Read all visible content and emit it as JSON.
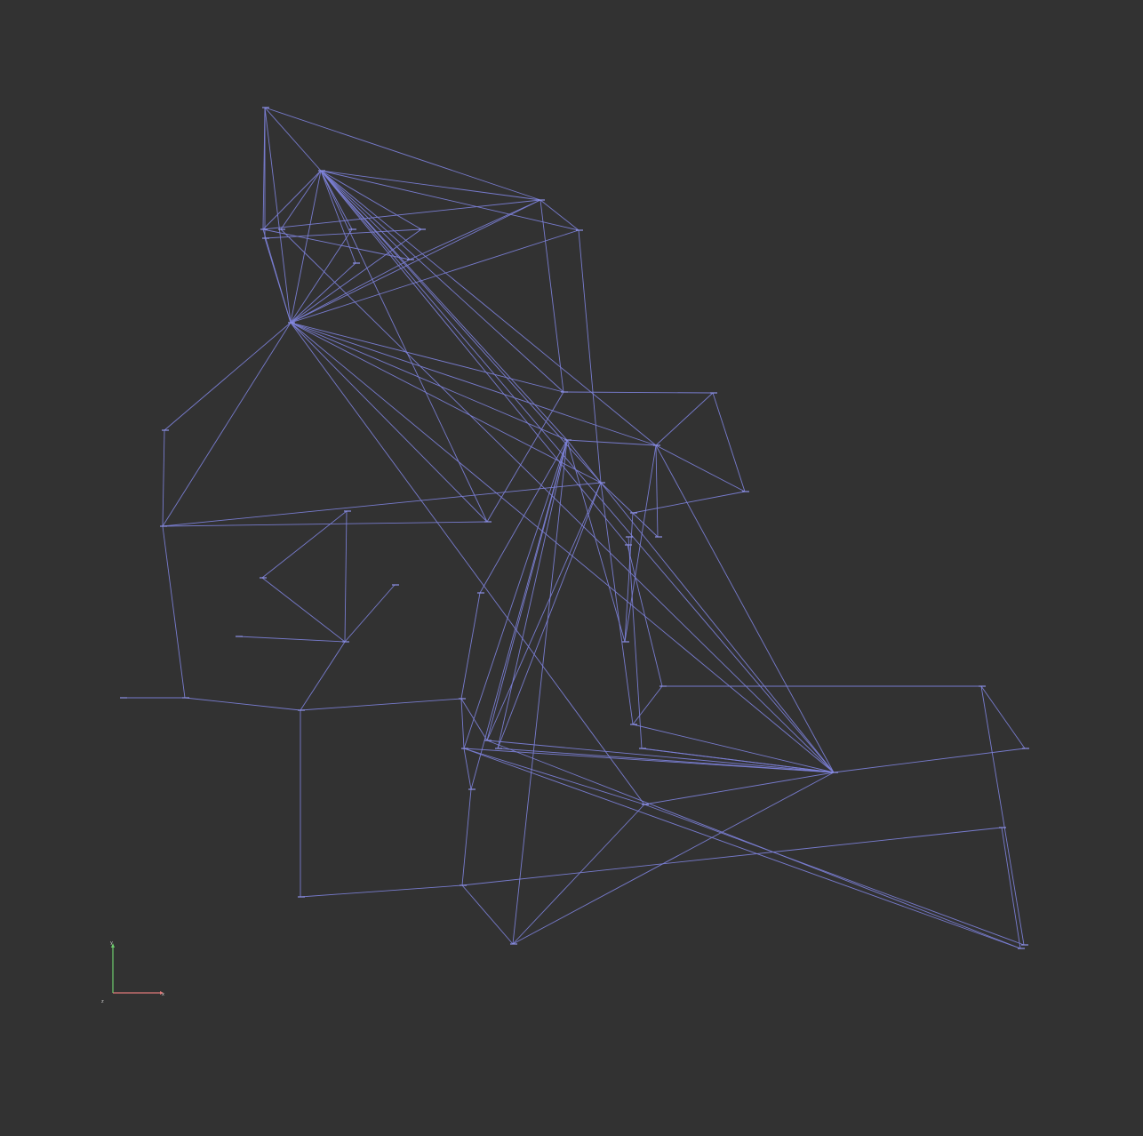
{
  "viewport": {
    "background": "#323232",
    "edge_color": "#7b7fd6"
  },
  "axis_gizmo": {
    "x_color": "#e07a7a",
    "y_color": "#6fcf6f",
    "x_label": "x",
    "y_label": "y",
    "z_label": "z"
  },
  "graph": {
    "node_count": 46
  }
}
